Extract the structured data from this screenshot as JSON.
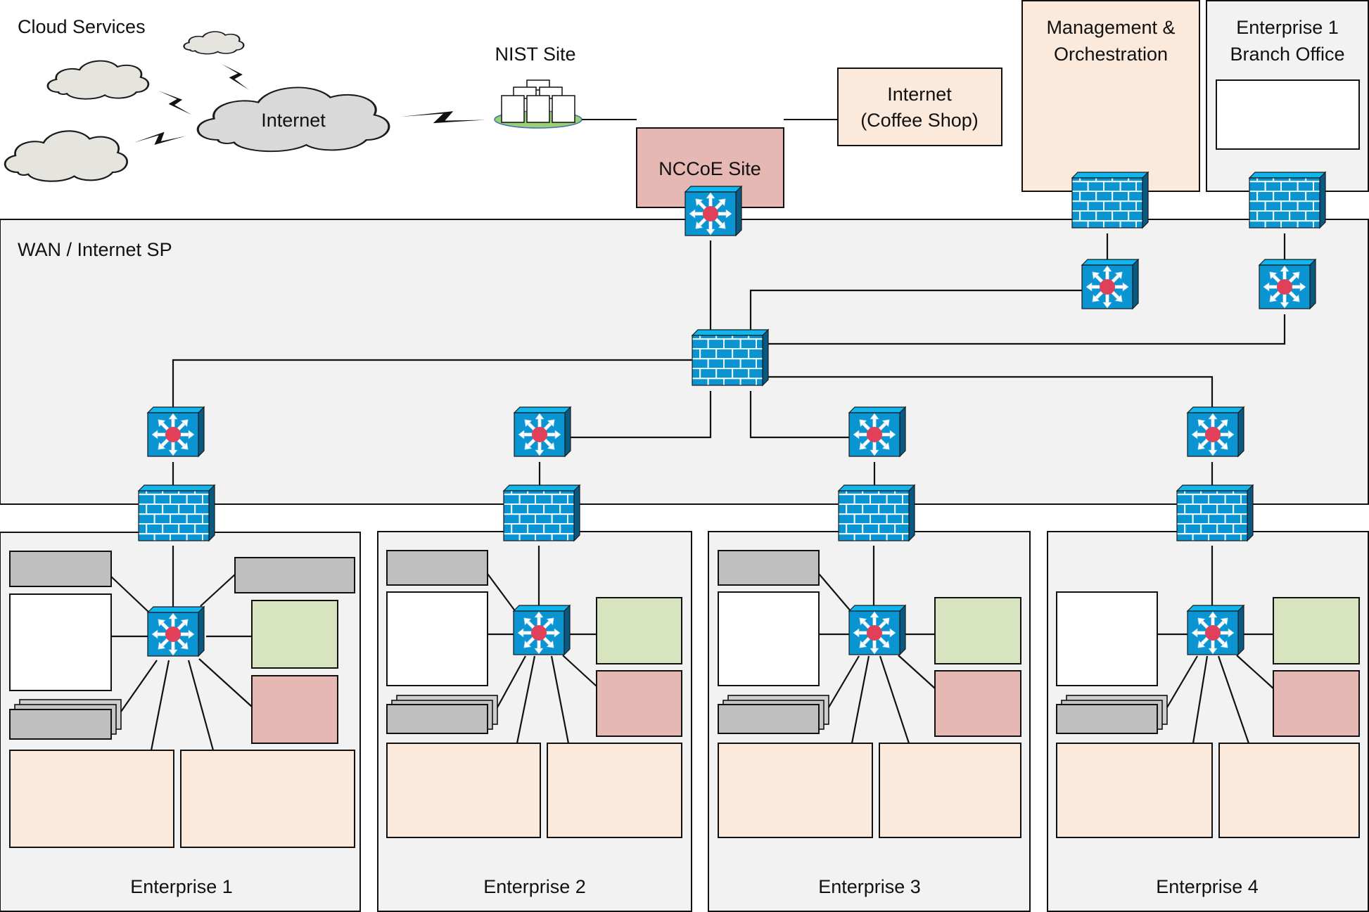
{
  "title": "Network architecture diagram",
  "colors": {
    "container_gray": "#f2f2f2",
    "peach": "#fbeadc",
    "nccoe_pink": "#e5b8b4",
    "green": "#d8e4bf",
    "pink": "#e5b8b4",
    "gray_box": "#bfbfbf",
    "cloud_fill": "#e6e4df",
    "internet_cloud_fill": "#d9d9d9",
    "device_face": "#0a94d2",
    "device_top": "#11b6ee",
    "device_side": "#085a82",
    "switch_core": "#e0405a",
    "nist_base": "#9bcf74"
  },
  "labels": {
    "cloud_services": "Cloud Services",
    "internet_cloud": "Internet",
    "nist_site": "NIST Site",
    "nccoe_site": "NCCoE Site",
    "coffee_shop_line1": "Internet",
    "coffee_shop_line2": "(Coffee Shop)",
    "mgmt_line1": "Management &",
    "mgmt_line2": "Orchestration",
    "branch_line1": "Enterprise 1",
    "branch_line2": "Branch Office",
    "wan": "WAN / Internet SP"
  },
  "enterprises": [
    {
      "name": "Enterprise 1",
      "has_gray_top_left": true,
      "has_gray_top_right": true
    },
    {
      "name": "Enterprise 2",
      "has_gray_top_left": true,
      "has_gray_top_right": false
    },
    {
      "name": "Enterprise 3",
      "has_gray_top_left": true,
      "has_gray_top_right": false
    },
    {
      "name": "Enterprise 4",
      "has_gray_top_left": false,
      "has_gray_top_right": false
    }
  ],
  "icons": {
    "switch": "multilayer-switch-icon",
    "firewall": "firewall-icon",
    "cloud": "cloud-icon",
    "link": "lightning-link-icon",
    "datacenter": "server-cluster-icon"
  }
}
